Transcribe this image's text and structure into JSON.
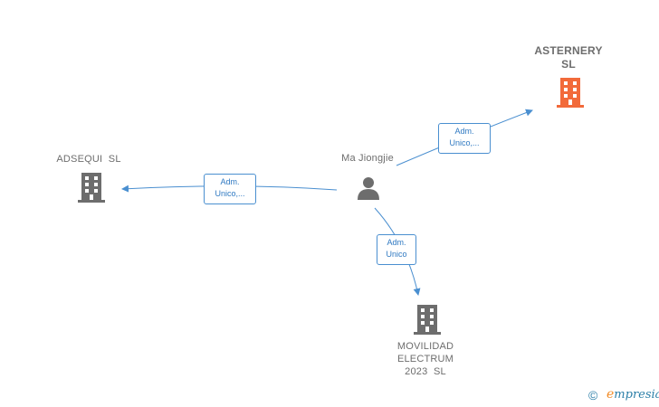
{
  "nodes": {
    "person": {
      "label": "Ma Jiongjie",
      "icon": "person-icon"
    },
    "asternery": {
      "label": "ASTERNERY\nSL",
      "icon": "building-icon",
      "color": "#f26a3a"
    },
    "adsequi": {
      "label": "ADSEQUI  SL",
      "icon": "building-icon",
      "color": "#6d6d6d"
    },
    "movilidad": {
      "label": "MOVILIDAD\nELECTRUM\n2023  SL",
      "icon": "building-icon",
      "color": "#6d6d6d"
    }
  },
  "edges": {
    "to_asternery": {
      "label": "Adm.\nUnico,..."
    },
    "to_adsequi": {
      "label": "Adm.\nUnico,..."
    },
    "to_movilidad": {
      "label": "Adm.\nUnico"
    }
  },
  "footer": {
    "copyright_symbol": "©",
    "brand_first": "e",
    "brand_rest": "mpresia"
  },
  "colors": {
    "edge": "#4a8fd0",
    "highlight": "#f26a3a",
    "node_gray": "#6d6d6d"
  }
}
